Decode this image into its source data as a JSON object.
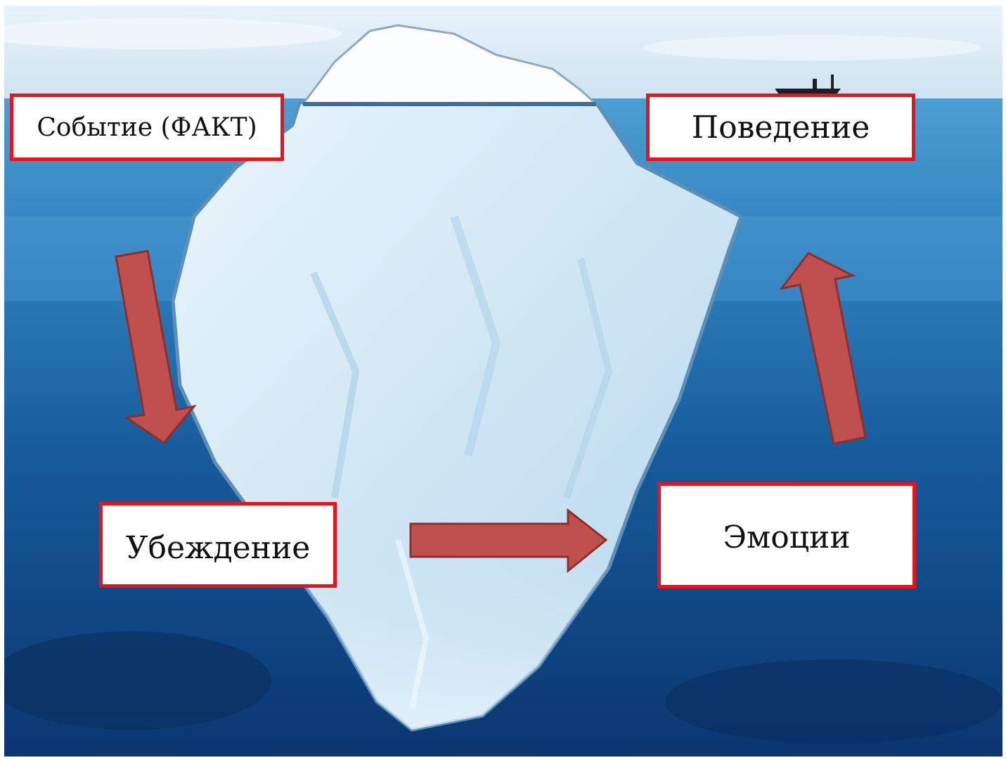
{
  "diagram": {
    "nodes": [
      {
        "id": "event",
        "label": "Событие (ФАКТ)"
      },
      {
        "id": "belief",
        "label": "Убеждение"
      },
      {
        "id": "emotion",
        "label": "Эмоции"
      },
      {
        "id": "behavior",
        "label": "Поведение"
      }
    ],
    "edges": [
      {
        "from": "event",
        "to": "belief"
      },
      {
        "from": "belief",
        "to": "emotion"
      },
      {
        "from": "emotion",
        "to": "behavior"
      }
    ]
  },
  "colors": {
    "sky": "#dcecf6",
    "water_top": "#3a8fc8",
    "water_deep": "#0d3d78",
    "ice": "#d6ebf7",
    "box_border": "#e8141c",
    "arrow_fill": "#c0504d",
    "arrow_stroke": "#8c2f2d"
  }
}
